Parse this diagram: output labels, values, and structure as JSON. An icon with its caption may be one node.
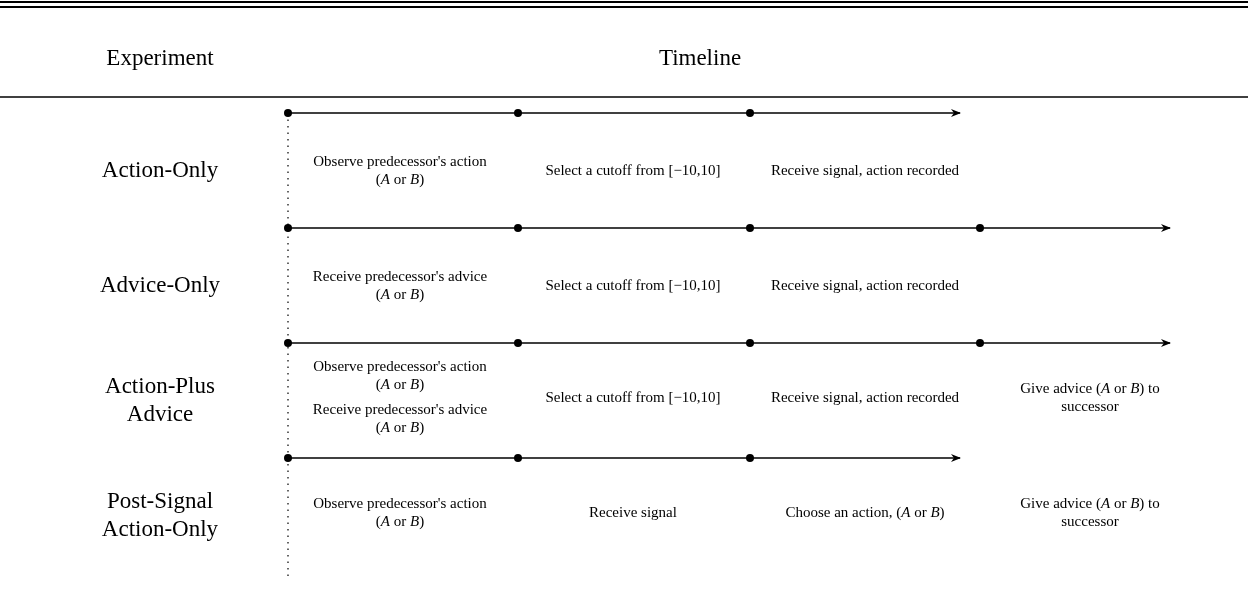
{
  "diagram": {
    "labels": [
      "Experiment",
      "Timeline",
      "Action-Only",
      "Observe predecessor's action (*A* or *B*)",
      "Select a cutoff from [−10,10]",
      "Receive signal, action recorded",
      "Advice-Only",
      "Receive predecessor's advice (*A* or *B*)",
      "Select a cutoff from [−10,10]",
      "Receive signal, action recorded",
      "Action-Plus Advice",
      "Observe predecessor's action (*A* or *B*)",
      "Receive predecessor's advice (*A* or *B*)",
      "Select a cutoff from [−10,10]",
      "Receive signal, action recorded",
      "Give advice (*A* or *B*) to successor",
      "Post-Signal Action-Only",
      "Observe predecessor's action (*A* or *B*)",
      "Receive signal",
      "Choose an action, (*A* or *B*)",
      "Give advice (*A* or *B*) to successor"
    ]
  }
}
